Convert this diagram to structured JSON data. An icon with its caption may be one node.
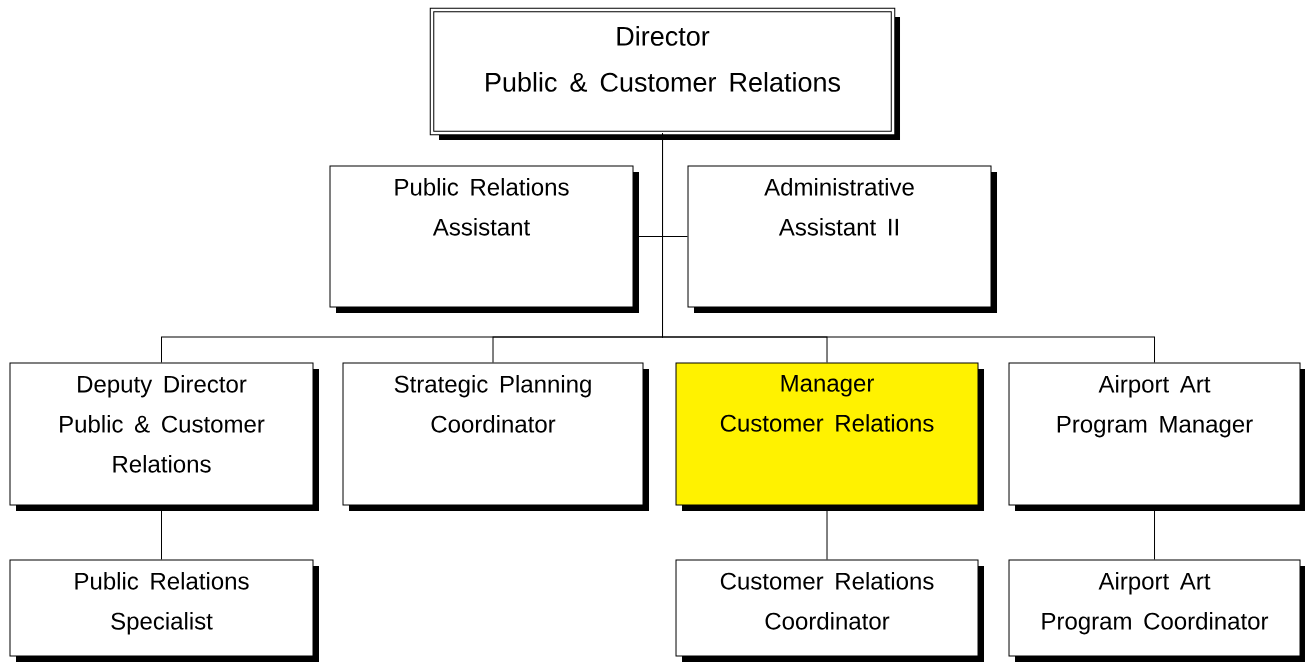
{
  "diagram": {
    "nodes": [
      {
        "text": [
          "Director Public & Customer Relations"
        ]
      },
      {
        "text": [
          "Public Relations Assistant"
        ]
      },
      {
        "text": [
          "Administrative Assistant II"
        ]
      },
      {
        "text": [
          "Deputy Director Public & Customer Relations"
        ]
      },
      {
        "text": [
          "Strategic Planning Coordinator"
        ]
      },
      {
        "text": [
          "Manager Customer Relations"
        ]
      },
      {
        "text": [
          "Airport Art Program Manager"
        ]
      },
      {
        "text": [
          "Public Relations Specialist"
        ]
      },
      {
        "text": [
          "Customer Relations Coordinator"
        ]
      },
      {
        "text": [
          "Airport Art Program Coordinator"
        ]
      }
    ],
    "edges": [
      {
        "from": 0,
        "to": 1,
        "arrow": "none"
      },
      {
        "from": 0,
        "to": 2,
        "arrow": "none"
      },
      {
        "from": 0,
        "to": 3,
        "arrow": "none"
      },
      {
        "from": 0,
        "to": 4,
        "arrow": "none"
      },
      {
        "from": 0,
        "to": 5,
        "arrow": "none"
      },
      {
        "from": 0,
        "to": 6,
        "arrow": "none"
      },
      {
        "from": 3,
        "to": 7,
        "arrow": "none"
      },
      {
        "from": 5,
        "to": 8,
        "arrow": "none"
      },
      {
        "from": 6,
        "to": 9,
        "arrow": "none"
      }
    ]
  }
}
